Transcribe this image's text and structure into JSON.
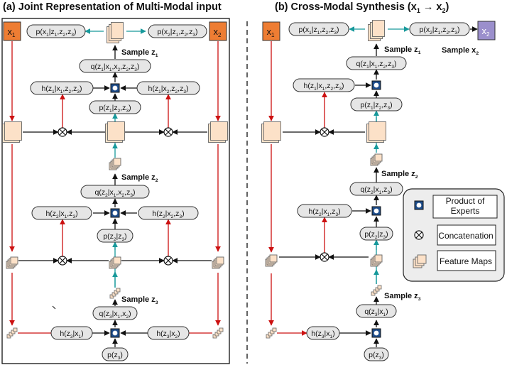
{
  "panel_a": {
    "title": "(a)  Joint Representation of Multi-Modal input",
    "inputs": [
      "x",
      "x"
    ],
    "input_subs": [
      "1",
      "2"
    ],
    "nodes": {
      "p_x1": [
        "p(x",
        "1",
        "|z",
        "1",
        ",z",
        "2",
        ",z",
        "3",
        ")"
      ],
      "p_x2": [
        "p(x",
        "2",
        "|z",
        "1",
        ",z",
        "2",
        ",z",
        "3",
        ")"
      ],
      "q_z1": [
        "q(z",
        "1",
        "|x",
        "1",
        ",x",
        "2",
        ",z",
        "2",
        ",z",
        "3",
        ")"
      ],
      "h_z1_x1": [
        "h(z",
        "1",
        "|x",
        "1",
        ",z",
        "2",
        ",z",
        "3",
        ")"
      ],
      "h_z1_x2": [
        "h(z",
        "1",
        "|x",
        "2",
        ",z",
        "2",
        ",z",
        "3",
        ")"
      ],
      "p_z1": [
        "p(z",
        "1",
        "|z",
        "2",
        ",z",
        "3",
        ")"
      ],
      "q_z2": [
        "q(z",
        "2",
        "|x",
        "1",
        ",x",
        "2",
        ",z",
        "3",
        ")"
      ],
      "h_z2_x1": [
        "h(z",
        "2",
        "|x",
        "1",
        ",z",
        "3",
        ")"
      ],
      "h_z2_x2": [
        "h(z",
        "2",
        "|x",
        "2",
        ",z",
        "3",
        ")"
      ],
      "p_z2": [
        "p(z",
        "2",
        "|z",
        "3",
        ")"
      ],
      "q_z3": [
        "q(z",
        "3",
        "|x",
        "1",
        ",x",
        "2",
        ")"
      ],
      "h_z3_x1": [
        "h(z",
        "3",
        "|x",
        "1",
        ")"
      ],
      "h_z3_x2": [
        "h(z",
        "3",
        "|x",
        "2",
        ")"
      ],
      "p_z3": [
        "p(z",
        "3",
        ")"
      ]
    },
    "samples": [
      [
        "Sample z",
        "1"
      ],
      [
        "Sample z",
        "2"
      ],
      [
        "Sample z",
        "3"
      ]
    ]
  },
  "panel_b": {
    "title": "(b)   Cross-Modal Synthesis (x",
    "title_sub1": "1",
    "title_arrow": " → x",
    "title_sub2": "2",
    "title_end": ")",
    "input": [
      "x",
      "1"
    ],
    "output": [
      "x",
      "2"
    ],
    "nodes": {
      "p_x1": [
        "p(x",
        "1",
        "|z",
        "1",
        ",z",
        "2",
        ",z",
        "3",
        ")"
      ],
      "p_x2": [
        "p(x",
        "2",
        "|z",
        "1",
        ",z",
        "2",
        ",z",
        "3",
        ")"
      ],
      "q_z1": [
        "q(z",
        "1",
        "|x",
        "1",
        ",z",
        "2",
        ",z",
        "3",
        ")"
      ],
      "h_z1": [
        "h(z",
        "1",
        "|x",
        "1",
        ",z",
        "2",
        ",z",
        "3",
        ")"
      ],
      "p_z1": [
        "p(z",
        "1",
        "|z",
        "2",
        ",z",
        "3",
        ")"
      ],
      "q_z2": [
        "q(z",
        "2",
        "|x",
        "1",
        ",z",
        "3",
        ")"
      ],
      "h_z2": [
        "h(z",
        "2",
        "|x",
        "1",
        ",z",
        "3",
        ")"
      ],
      "p_z2": [
        "p(z",
        "2",
        "|z",
        "3",
        ")"
      ],
      "q_z3": [
        "q(z",
        "3",
        "|x",
        "1",
        ")"
      ],
      "h_z3": [
        "h(z",
        "3",
        "|x",
        "1",
        ")"
      ],
      "p_z3": [
        "p(z",
        "3",
        ")"
      ]
    },
    "samples": [
      [
        "Sample z",
        "1"
      ],
      [
        "Sample z",
        "2"
      ],
      [
        "Sample z",
        "3"
      ]
    ],
    "sample_x2": [
      "Sample x",
      "2"
    ]
  },
  "legend": {
    "poe": "Product of Experts",
    "concat": "Concatenation",
    "fmaps": "Feature Maps"
  },
  "colors": {
    "input_box": "#ee7d33",
    "output_box": "#9b8fcc",
    "feature_map": "#fce1c8",
    "node_fill": "#e6e6e6",
    "poe_fill": "#1f4e8c",
    "red_arrow": "#cc1111",
    "teal_arrow": "#17999b"
  },
  "icons": [
    "product-of-experts-icon",
    "concatenation-icon",
    "feature-maps-icon",
    "ladder-feature-map-icon"
  ]
}
